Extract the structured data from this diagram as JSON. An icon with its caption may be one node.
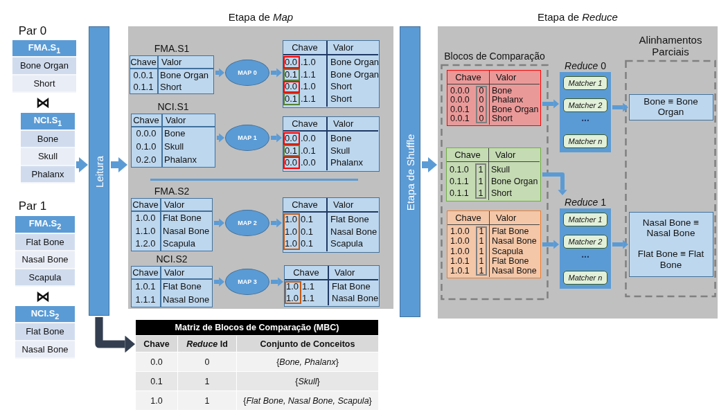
{
  "diagram": {
    "nodes": [
      {
        "text": [
          "FMA.S$_{1}$",
          "Bone Organ",
          "Short"
        ]
      },
      {
        "text": [
          "NCI.S$_{1}$",
          "Bone",
          "Skull",
          "Phalanx"
        ]
      },
      {
        "text": [
          "FMA.S$_{2}$",
          "Flat Bone",
          "Nasal Bone",
          "Scapula"
        ]
      },
      {
        "text": [
          "NCI.S$_{2}$",
          "Flat Bone",
          "Nasal Bone"
        ]
      },
      {
        "text": [
          "Leitura"
        ]
      },
      {
        "text": [
          "Etapa de *Map*"
        ]
      },
      {
        "text": [
          "FMA.S1",
          "Chave",
          "Valor",
          "0.0.1",
          "Bone Organ",
          "0.1.1",
          "Short"
        ],
        "in": 5
      },
      {
        "text": [
          "MAP 0"
        ],
        "in": 5
      },
      {
        "text": [
          "Chave",
          "Valor",
          "0.0",
          ".1.0",
          "Bone Organ",
          "0.1",
          ".1.1",
          "Bone Organ",
          "0.0",
          ".1.0",
          "Short",
          "0.1",
          ".1.1",
          "Short"
        ],
        "in": 5
      },
      {
        "text": [
          "NCI.S1",
          "Chave",
          "Valor",
          "0.0.0",
          "Bone",
          "0.1.0",
          "Skull",
          "0.2.0",
          "Phalanx"
        ],
        "in": 5
      },
      {
        "text": [
          "MAP 1"
        ],
        "in": 5
      },
      {
        "text": [
          "Chave",
          "Valor",
          "0.0",
          ".0.0",
          "Bone",
          "0.1",
          ".0.1",
          "Skull",
          "0.0",
          ".0.0",
          "Phalanx"
        ],
        "in": 5
      },
      {
        "text": [
          "FMA.S2",
          "Chave",
          "Valor",
          "1.0.0",
          "Flat Bone",
          "1.1.0",
          "Nasal Bone",
          "1.2.0",
          "Scapula"
        ],
        "in": 5
      },
      {
        "text": [
          "MAP 2"
        ],
        "in": 5
      },
      {
        "text": [
          "Chave",
          "Valor",
          "1.0",
          "0.1",
          "Flat Bone",
          "1.0",
          "0.1",
          "Nasal Bone",
          "1.0",
          "0.1",
          "Scapula"
        ],
        "in": 5
      },
      {
        "text": [
          "NCI.S2",
          "Chave",
          "Valor",
          "1.0.1",
          "Flat Bone",
          "1.1.1",
          "Nasal Bone"
        ],
        "in": 5
      },
      {
        "text": [
          "MAP 3"
        ],
        "in": 5
      },
      {
        "text": [
          "Chave",
          "Valor",
          "1.0",
          "1.1",
          "Flat Bone",
          "1.0",
          "1.1",
          "Nasal Bone"
        ],
        "in": 5
      },
      {
        "text": [
          "Etapa de Shuffle"
        ]
      },
      {
        "text": [
          "Etapa de *Reduce*"
        ]
      },
      {
        "text": [
          "Blocos de Comparação"
        ],
        "in": 19
      },
      {
        "text": [
          "Chave",
          "Valor",
          "0.0.0",
          "0",
          "Bone",
          "0.0.0",
          "0",
          "Phalanx",
          "0.0.1",
          "0",
          "Bone Organ",
          "0.0.1",
          "0",
          "Short"
        ],
        "in": 20
      },
      {
        "text": [
          "Chave",
          "Valor",
          "0.1.0",
          "1",
          "Skull",
          "0.1.1",
          "1",
          "Bone Organ",
          "0.1.1",
          "1",
          "Short"
        ],
        "in": 20
      },
      {
        "text": [
          "Chave",
          "Valor",
          "1.0.0",
          "1",
          "Flat Bone",
          "1.0.0",
          "1",
          "Nasal Bone",
          "1.0.0",
          "1",
          "Scapula",
          "1.0.1",
          "1",
          "Flat Bone",
          "1.0.1",
          "1",
          "Nasal Bone"
        ],
        "in": 20
      },
      {
        "text": [
          "*Reduce* 0",
          "..."
        ],
        "in": 19
      },
      {
        "text": [
          "Matcher 1"
        ],
        "in": 24
      },
      {
        "text": [
          "Matcher 2"
        ],
        "in": 24
      },
      {
        "text": [
          "Matcher n"
        ],
        "in": 24
      },
      {
        "text": [
          "*Reduce* 1",
          "..."
        ],
        "in": 19
      },
      {
        "text": [
          "Matcher 1"
        ],
        "in": 28
      },
      {
        "text": [
          "Matcher 2"
        ],
        "in": 28
      },
      {
        "text": [
          "Matcher n"
        ],
        "in": 28
      },
      {
        "text": [
          "Alinhamentos Parciais"
        ],
        "in": 19
      },
      {
        "text": [
          "Bone ≡ Bone Organ"
        ],
        "in": 32
      },
      {
        "text": [
          "Nasal Bone ≡ Nasal Bone",
          "Flat Bone ≡ Flat Bone"
        ],
        "in": 32
      },
      {
        "text": [
          "Matriz de Blocos de Comparação (MBC)",
          "Chave",
          "*Reduce* Id",
          "Conjunto de Conceitos",
          "0.0",
          "0",
          "{*Bone, Phalanx*}",
          "0.1",
          "1",
          "{*Skull*}",
          "1.0",
          "1",
          "{*Flat Bone, Nasal Bone, Scapula*}"
        ]
      }
    ],
    "edges": [
      {
        "from": 1,
        "to": 4,
        "arrow": "to"
      },
      {
        "from": 4,
        "to": 5,
        "arrow": "to"
      },
      {
        "from": 6,
        "to": 7,
        "arrow": "to"
      },
      {
        "from": 7,
        "to": 8,
        "arrow": "to"
      },
      {
        "from": 9,
        "to": 10,
        "arrow": "to"
      },
      {
        "from": 10,
        "to": 11,
        "arrow": "to"
      },
      {
        "from": 12,
        "to": 13,
        "arrow": "to"
      },
      {
        "from": 13,
        "to": 14,
        "arrow": "to"
      },
      {
        "from": 15,
        "to": 16,
        "arrow": "to"
      },
      {
        "from": 16,
        "to": 17,
        "arrow": "to"
      },
      {
        "from": 18,
        "to": 19,
        "arrow": "to"
      },
      {
        "from": 21,
        "to": 24,
        "arrow": "to"
      },
      {
        "from": 22,
        "to": 28,
        "arrow": "to"
      },
      {
        "from": 23,
        "to": 28,
        "arrow": "to"
      },
      {
        "from": 24,
        "to": 33,
        "arrow": "to"
      },
      {
        "from": 28,
        "to": 34,
        "arrow": "to"
      },
      {
        "from": 4,
        "to": 35,
        "arrow": "to",
        "style": "thick",
        "color": "#333f50"
      }
    ],
    "labels": [
      "Par 0",
      "⋈",
      "Par 1",
      "⋈"
    ]
  }
}
